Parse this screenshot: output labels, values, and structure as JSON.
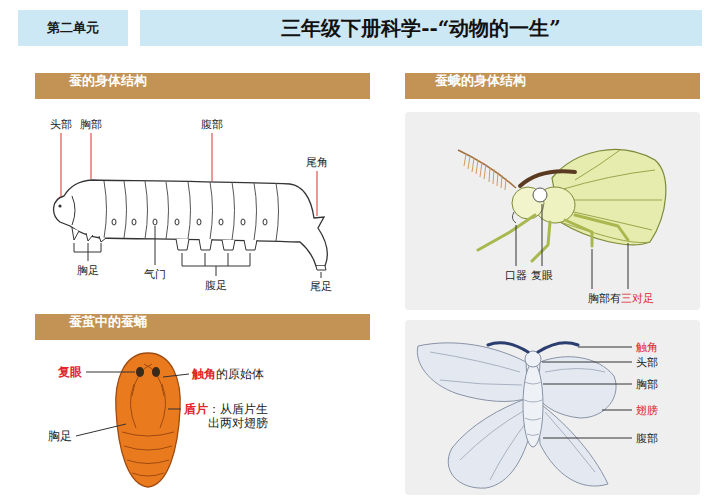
{
  "diagram": {
    "title": "三年级下册科学--“动物的一生”",
    "nodes": [
      {
        "text": [
          "第二单元"
        ]
      },
      {
        "text": [
          "蚕的身体结构"
        ]
      },
      {
        "text": [
          "蚕蛾的身体结构"
        ]
      },
      {
        "text": [
          "蚕茧中的蚕蛹"
        ]
      }
    ],
    "labels": [
      "头部",
      "胸部",
      "腹部",
      "尾角",
      "胸足",
      "气门",
      "腹足",
      "尾足",
      "口器",
      "复眼",
      "胸部有",
      "三对足",
      "触角",
      "头部",
      "胸部",
      "翅膀",
      "腹部",
      "复眼",
      "触角",
      "的原始体",
      "盾片",
      "：从盾片生出两对翅膀",
      "胸足"
    ]
  }
}
